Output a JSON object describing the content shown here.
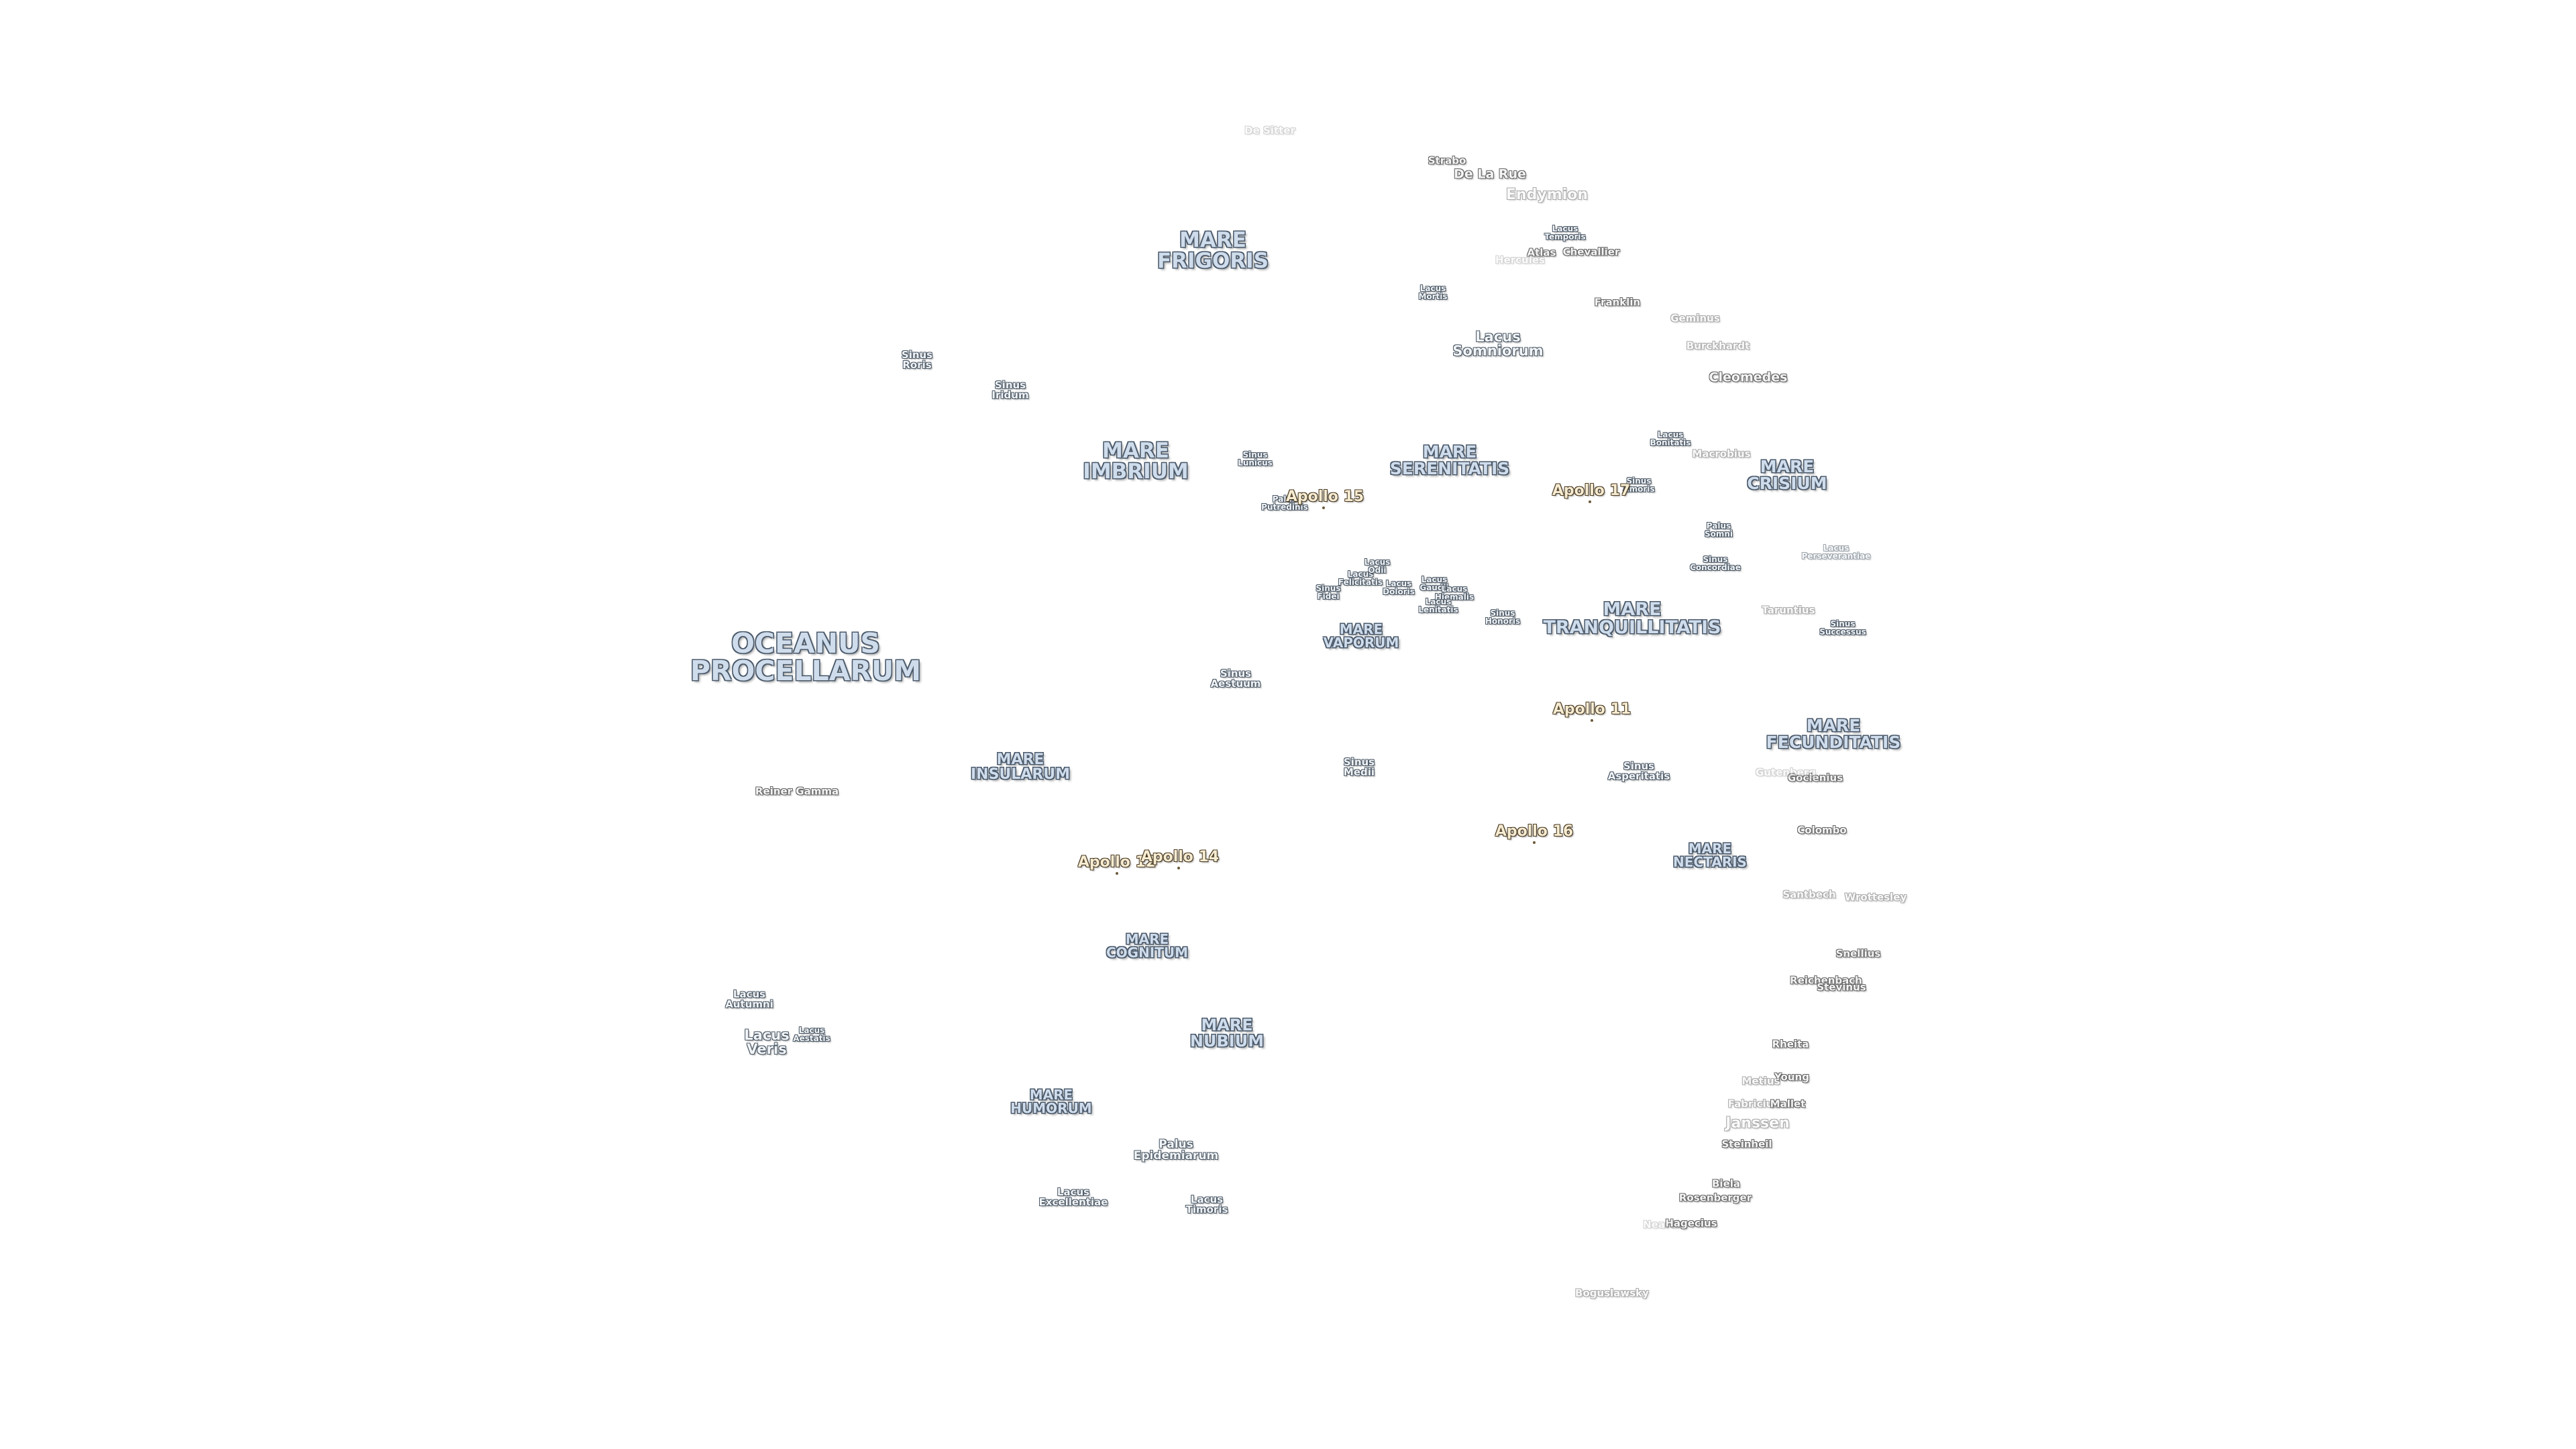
{
  "labels": {
    "mare_frigoris": [
      "MARE",
      "FRIGORIS"
    ],
    "mare_imbrium": [
      "MARE",
      "IMBRIUM"
    ],
    "mare_serenitatis": [
      "MARE",
      "SERENITATIS"
    ],
    "mare_crisium": [
      "MARE",
      "CRISIUM"
    ],
    "oceanus_procellarum": [
      "OCEANUS",
      "PROCELLARUM"
    ],
    "mare_tranquillitatis": [
      "MARE",
      "TRANQUILLITATIS"
    ],
    "mare_vaporum": [
      "MARE",
      "VAPORUM"
    ],
    "mare_insularum": [
      "MARE",
      "INSULARUM"
    ],
    "mare_fecunditatis": [
      "MARE",
      "FECUNDITATIS"
    ],
    "mare_nectaris": [
      "MARE",
      "NECTARIS"
    ],
    "mare_cognitum": [
      "MARE",
      "COGNITUM"
    ],
    "mare_nubium": [
      "MARE",
      "NUBIUM"
    ],
    "mare_humorum": [
      "MARE",
      "HUMORUM"
    ],
    "sinus_roris": [
      "Sinus",
      "Roris"
    ],
    "sinus_iridum": [
      "Sinus",
      "Iridum"
    ],
    "sinus_lunicus": [
      "Sinus",
      "Lunicus"
    ],
    "palus_putredinis": [
      "Palus",
      "Putredinis"
    ],
    "lacus_somniorum": [
      "Lacus",
      "Somniorum"
    ],
    "lacus_mortis": [
      "Lacus",
      "Mortis"
    ],
    "lacus_temporis": [
      "Lacus",
      "Temporis"
    ],
    "lacus_bonitatis": [
      "Lacus",
      "Bonitatis"
    ],
    "sinus_amoris": [
      "Sinus",
      "Amoris"
    ],
    "palus_somni": [
      "Palus",
      "Somni"
    ],
    "sinus_concordiae": [
      "Sinus",
      "Concordiae"
    ],
    "lacus_perseverantiae": [
      "Lacus",
      "Perseverantiae"
    ],
    "sinus_successus": [
      "Sinus",
      "Successus"
    ],
    "sinus_aestuum": [
      "Sinus",
      "Aestuum"
    ],
    "sinus_medii": [
      "Sinus",
      "Medii"
    ],
    "sinus_asperitatis": [
      "Sinus",
      "Asperitatis"
    ],
    "sinus_fidei": [
      "Sinus",
      "Fidei"
    ],
    "lacus_felicitatis": [
      "Lacus",
      "Felicitatis"
    ],
    "lacus_odii": [
      "Lacus",
      "Odii"
    ],
    "lacus_doloris": [
      "Lacus",
      "Doloris"
    ],
    "lacus_gaudii": [
      "Lacus",
      "Gaudii"
    ],
    "lacus_hiemalis": [
      "Lacus",
      "Hiemalis"
    ],
    "lacus_lenitatis": [
      "Lacus",
      "Lenitatis"
    ],
    "sinus_honoris": [
      "Sinus",
      "Honoris"
    ],
    "lacus_autumni": [
      "Lacus",
      "Autumni"
    ],
    "lacus_veris": [
      "Lacus",
      "Veris"
    ],
    "lacus_aestatis": [
      "Lacus",
      "Aestatis"
    ],
    "palus_epidemiarum": [
      "Palus",
      "Epidemiarum"
    ],
    "lacus_excellentiae": [
      "Lacus",
      "Excellentiae"
    ],
    "lacus_timoris": [
      "Lacus",
      "Timoris"
    ],
    "reiner_gamma": "Reiner Gamma",
    "de_sitter": "De Sitter",
    "strabo": "Strabo",
    "de_la_rue": "De La Rue",
    "endymion": "Endymion",
    "atlas": "Atlas",
    "hercules": "Hercules",
    "chevallier": "Chevallier",
    "franklin": "Franklin",
    "geminus": "Geminus",
    "burckhardt": "Burckhardt",
    "cleomedes": "Cleomedes",
    "macrobius": "Macrobius",
    "taruntius": "Taruntius",
    "goclenius": "Goclenius",
    "gutenberg": "Gutenberg",
    "colombo": "Colombo",
    "santbech": "Santbech",
    "wrottesley": "Wrottesley",
    "snellius": "Snellius",
    "reichenbach": "Reichenbach",
    "stevinus": "Stevinus",
    "rheita": "Rheita",
    "young": "Young",
    "mallet": "Mallet",
    "fabricius": "Fabricius",
    "janssen": "Janssen",
    "steinheil": "Steinheil",
    "biela": "Biela",
    "rosenberger": "Rosenberger",
    "nearch": "Nearch",
    "hagecius": "Hagecius",
    "boguslawsky": "Boguslawsky",
    "metius": "Metius"
  },
  "apollo": {
    "apollo_15": "Apollo 15",
    "apollo_17": "Apollo 17",
    "apollo_11": "Apollo 11",
    "apollo_16": "Apollo 16",
    "apollo_12": "Apollo 12",
    "apollo_14": "Apollo 14"
  }
}
